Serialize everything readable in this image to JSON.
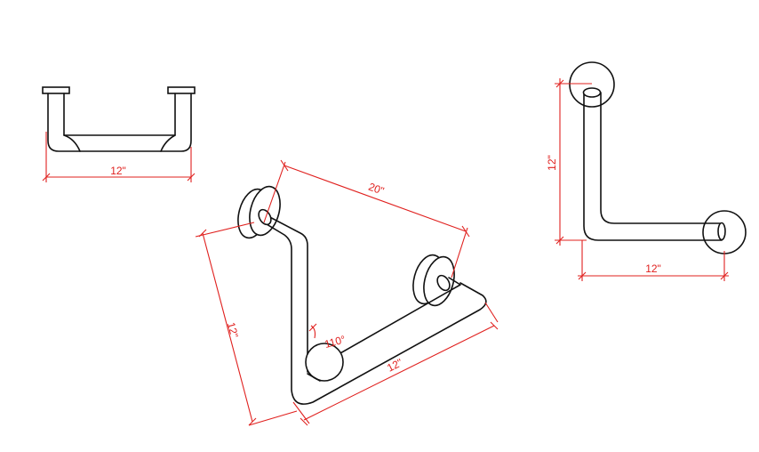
{
  "views": {
    "top_view": {
      "width_label": "12\""
    },
    "angled_view": {
      "span_label": "20\"",
      "left_leg_label": "12\"",
      "right_leg_label": "12\"",
      "angle_label": "110°"
    },
    "side_view": {
      "height_label": "12\"",
      "width_label": "12\""
    }
  },
  "colors": {
    "outline": "#111111",
    "dimension": "#e0201e",
    "background": "#ffffff"
  }
}
